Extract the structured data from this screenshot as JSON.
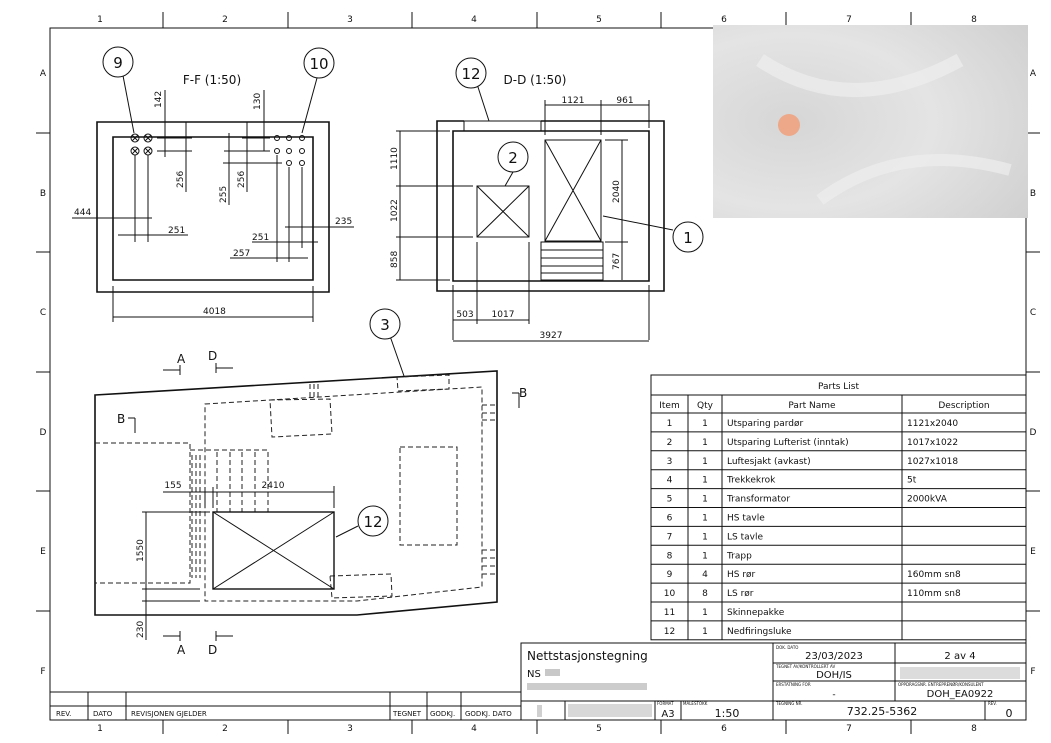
{
  "frame": {
    "columns": [
      "1",
      "2",
      "3",
      "4",
      "5",
      "6",
      "7",
      "8"
    ],
    "rows": [
      "A",
      "B",
      "C",
      "D",
      "E",
      "F"
    ]
  },
  "views": {
    "ff": {
      "title": "F-F (1:50)",
      "dims": [
        "142",
        "130",
        "256",
        "256",
        "255",
        "444",
        "251",
        "235",
        "251",
        "257",
        "4018"
      ],
      "balloons": [
        "9",
        "10"
      ]
    },
    "dd": {
      "title": "D-D (1:50)",
      "dims": [
        "1121",
        "961",
        "1110",
        "1022",
        "858",
        "2040",
        "767",
        "503",
        "1017",
        "3927"
      ],
      "balloons": [
        "12",
        "2",
        "1"
      ]
    },
    "plan": {
      "dims": [
        "155",
        "2410",
        "1550",
        "230"
      ],
      "balloons": [
        "3",
        "12"
      ],
      "section_marks": [
        "A",
        "D",
        "B",
        "B",
        "A",
        "D"
      ]
    }
  },
  "parts_list": {
    "title": "Parts List",
    "headers": [
      "Item",
      "Qty",
      "Part Name",
      "Description"
    ],
    "rows": [
      [
        "1",
        "1",
        "Utsparing pardør",
        "1121x2040"
      ],
      [
        "2",
        "1",
        "Utsparing Lufterist (inntak)",
        "1017x1022"
      ],
      [
        "3",
        "1",
        "Luftesjakt (avkast)",
        "1027x1018"
      ],
      [
        "4",
        "1",
        "Trekkekrok",
        "5t"
      ],
      [
        "5",
        "1",
        "Transformator",
        "2000kVA"
      ],
      [
        "6",
        "1",
        "HS tavle",
        ""
      ],
      [
        "7",
        "1",
        "LS tavle",
        ""
      ],
      [
        "8",
        "1",
        "Trapp",
        ""
      ],
      [
        "9",
        "4",
        "HS rør",
        "160mm sn8"
      ],
      [
        "10",
        "8",
        "LS rør",
        "110mm sn8"
      ],
      [
        "11",
        "1",
        "Skinnepakke",
        ""
      ],
      [
        "12",
        "1",
        "Nedfiringsluke",
        ""
      ]
    ]
  },
  "title_block": {
    "title": "Nettstasjonstegning",
    "ns_prefix": "NS",
    "dok_dato_label": "DOK. DATO",
    "dok_dato": "23/03/2023",
    "sheet": "2 av 4",
    "tegnet_label": "TEGNET AV/KONTROLLERT AV",
    "tegnet": "DOH/IS",
    "erstatning_label": "ERSTATNING FOR",
    "erstatning": "-",
    "oppdrag_label": "OPPDRAGSNR. ENTREPRENØR/KONSULENT",
    "oppdrag": "DOH_EA0922",
    "format_label": "FORMAT",
    "format": "A3",
    "scale_label": "MÅLESTOKK",
    "scale": "1:50",
    "tegning_label": "TEGNING NR.",
    "tegning": "732.25-5362",
    "rev_label": "REV.",
    "rev": "0"
  },
  "revision_block": {
    "headers": [
      "REV.",
      "DATO",
      "REVISJONEN GJELDER",
      "TEGNET",
      "GODKJ.",
      "GODKJ. DATO"
    ]
  }
}
